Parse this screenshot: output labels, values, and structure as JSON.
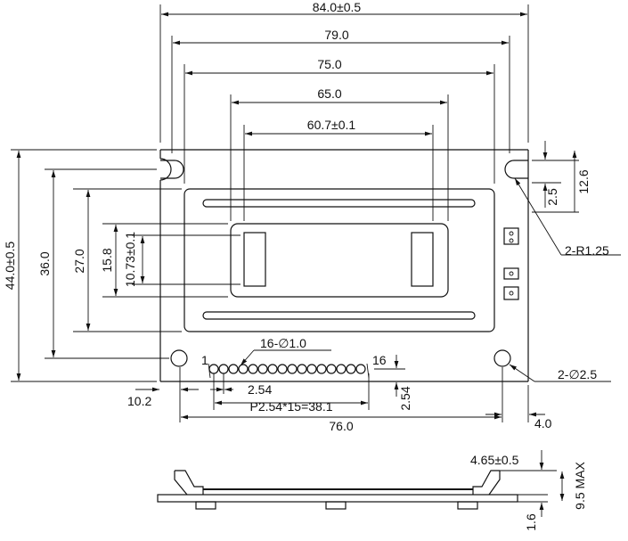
{
  "dimensions": {
    "overall_width": "84.0±0.5",
    "hole_pitch": "79.0",
    "view_area": "75.0",
    "active_area": "65.0",
    "glass_inner": "60.7±0.1",
    "overall_height": "44.0±0.5",
    "hole_pitch_v": "36.0",
    "view_area_v": "27.0",
    "active_area_v": "15.8",
    "glass_inner_v": "10.73±0.1",
    "slot_radius": "2-R1.25",
    "slot_height": "2.5",
    "slot_offset": "12.6",
    "pin_holes": "16-∅1.0",
    "pin_first": "1",
    "pin_last": "16",
    "pin_pitch": "2.54",
    "pin_row_len": "P2.54*15=38.1",
    "pin_to_edge": "2.54",
    "left_offset": "10.2",
    "mount_holes": "2-∅2.5",
    "mount_span": "76.0",
    "right_offset": "4.0",
    "side_top": "4.65±0.5",
    "side_max": "9.5 MAX",
    "side_pcb": "1.6"
  }
}
